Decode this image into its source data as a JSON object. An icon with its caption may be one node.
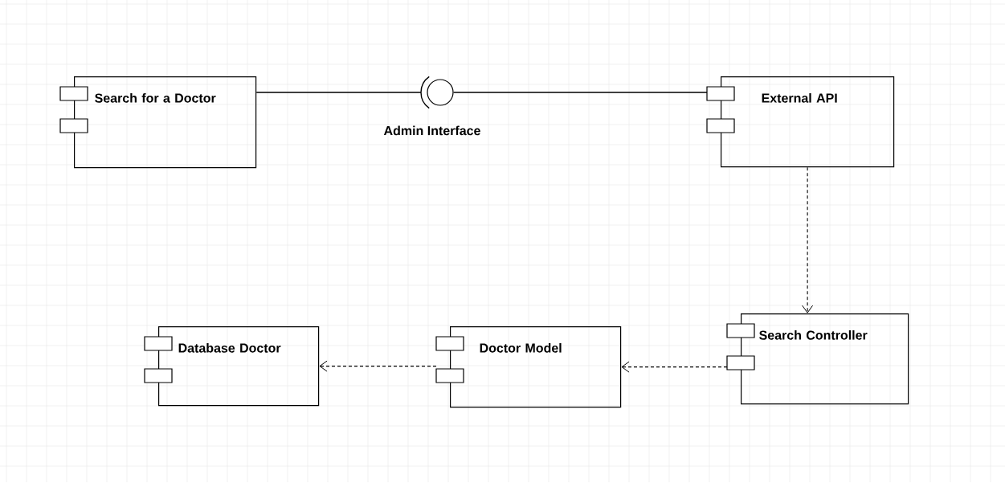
{
  "diagram": {
    "nodes": [
      {
        "text": [
          "Search for a Doctor"
        ]
      },
      {
        "text": [
          "External API"
        ]
      },
      {
        "text": [
          "Search Controller"
        ]
      },
      {
        "text": [
          "Doctor Model"
        ]
      },
      {
        "text": [
          "Database Doctor"
        ]
      },
      {
        "text": [],
        "shape": "circle",
        "beside": [
          "Admin Interface"
        ]
      }
    ],
    "edges": [
      {
        "from": 0,
        "to": 5,
        "arrow": "none"
      },
      {
        "from": 1,
        "to": 5,
        "arrow": "none"
      },
      {
        "from": 1,
        "to": 2,
        "arrow": "to",
        "style": "dashed"
      },
      {
        "from": 2,
        "to": 3,
        "arrow": "to",
        "style": "dashed"
      },
      {
        "from": 3,
        "to": 4,
        "arrow": "to",
        "style": "dashed"
      }
    ]
  }
}
